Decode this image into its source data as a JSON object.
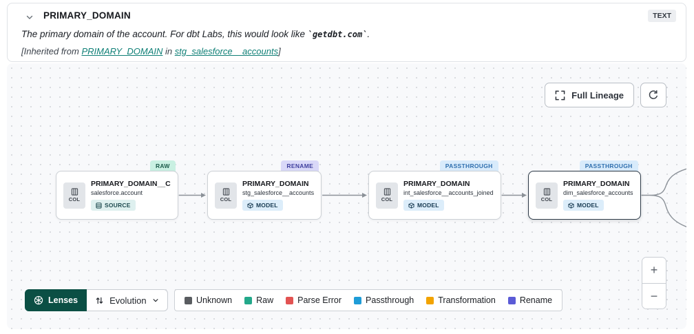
{
  "header": {
    "title": "PRIMARY_DOMAIN",
    "type_badge": "TEXT",
    "description_prefix": "The primary domain of the account. For dbt Labs, this would look like ",
    "description_code": "`getdbt.com`",
    "description_suffix": ".",
    "inherited_prefix": "[Inherited from ",
    "inherited_link_column": "PRIMARY_DOMAIN",
    "inherited_middle": " in ",
    "inherited_link_model": "stg_salesforce__accounts",
    "inherited_suffix": "]"
  },
  "canvas": {
    "full_lineage_label": "Full Lineage",
    "nodes": [
      {
        "tag": "RAW",
        "tag_type": "raw",
        "title": "PRIMARY_DOMAIN__C",
        "subtitle": "salesforce.account",
        "badge": "SOURCE",
        "col_label": "COL",
        "selected": false
      },
      {
        "tag": "RENAME",
        "tag_type": "rename",
        "title": "PRIMARY_DOMAIN",
        "subtitle": "stg_salesforce__accounts",
        "badge": "MODEL",
        "col_label": "COL",
        "selected": false
      },
      {
        "tag": "PASSTHROUGH",
        "tag_type": "passthrough",
        "title": "PRIMARY_DOMAIN",
        "subtitle": "int_salesforce__accounts_joined",
        "badge": "MODEL",
        "col_label": "COL",
        "selected": false
      },
      {
        "tag": "PASSTHROUGH",
        "tag_type": "passthrough",
        "title": "PRIMARY_DOMAIN",
        "subtitle": "dim_salesforce_accounts",
        "badge": "MODEL",
        "col_label": "COL",
        "selected": true
      }
    ]
  },
  "toolbar": {
    "lenses_label": "Lenses",
    "lens_selected": "Evolution"
  },
  "legend": {
    "items": [
      {
        "label": "Unknown",
        "color": "#595c60"
      },
      {
        "label": "Raw",
        "color": "#23a88a"
      },
      {
        "label": "Parse Error",
        "color": "#e25352"
      },
      {
        "label": "Passthrough",
        "color": "#1e9cd7"
      },
      {
        "label": "Transformation",
        "color": "#f2a300"
      },
      {
        "label": "Rename",
        "color": "#5b5bd6"
      }
    ]
  },
  "zoom_controls": {
    "zoom_in": "+",
    "zoom_out": "−"
  },
  "colors": {
    "lenses_button_bg": "#0b4f44",
    "link_teal": "#0f7f76",
    "canvas_bg": "#f8f9fb"
  }
}
